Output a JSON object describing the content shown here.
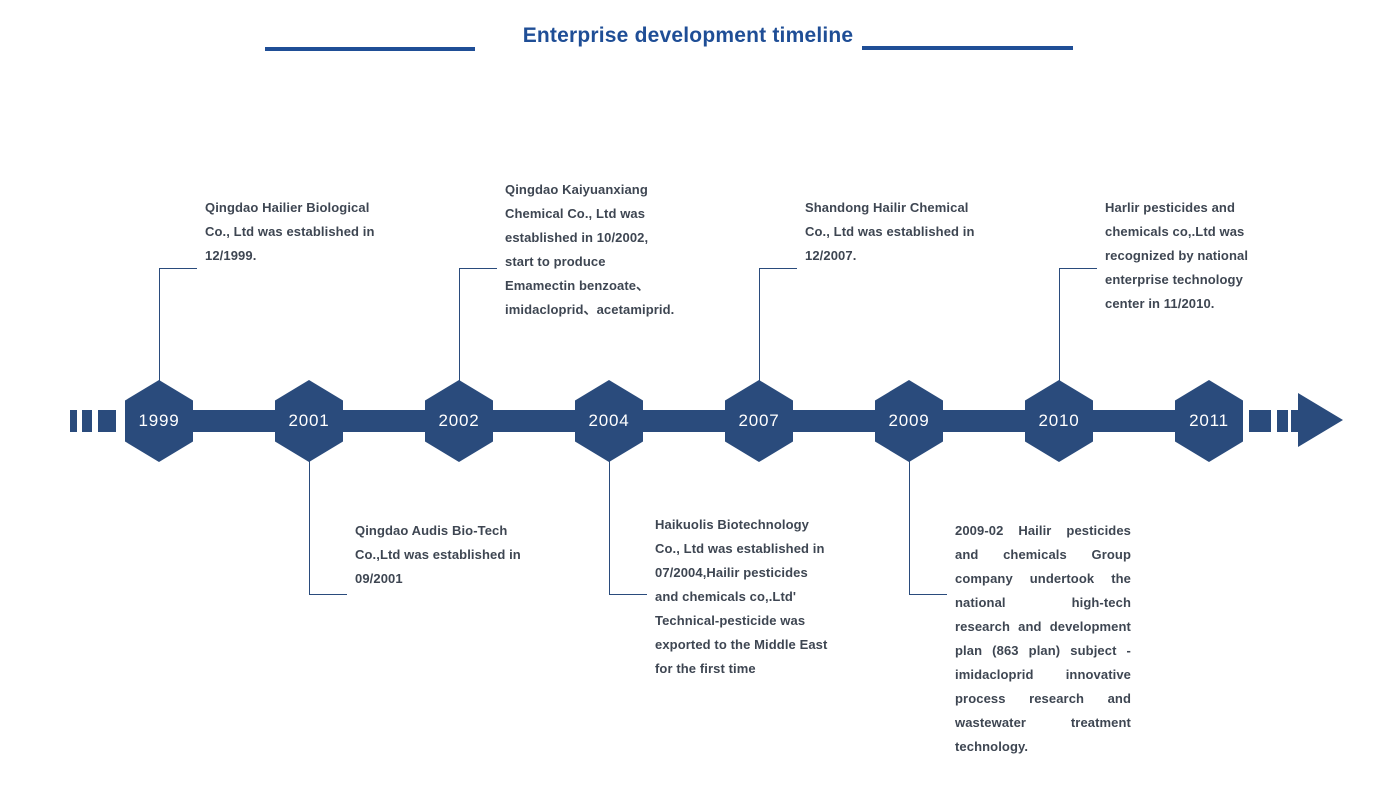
{
  "title": {
    "text": "Enterprise development timeline"
  },
  "colors": {
    "navy": "#2a4b7c",
    "title_blue": "#1f4e96",
    "body_text": "#3e4652"
  },
  "timeline": {
    "years": [
      "1999",
      "2001",
      "2002",
      "2004",
      "2007",
      "2009",
      "2010",
      "2011"
    ]
  },
  "events": [
    {
      "year": "1999",
      "side": "top",
      "lines": [
        "Qingdao Hailier Biological",
        "Co., Ltd was established in",
        "12/1999."
      ]
    },
    {
      "year": "2001",
      "side": "bottom",
      "lines": [
        "Qingdao Audis Bio-Tech",
        "Co.,Ltd was established in",
        "09/2001"
      ]
    },
    {
      "year": "2002",
      "side": "top",
      "lines": [
        "Qingdao Kaiyuanxiang",
        "Chemical Co., Ltd was",
        "established in 10/2002,",
        "start to produce",
        "Emamectin benzoate、",
        "imidacloprid、acetamiprid."
      ]
    },
    {
      "year": "2004",
      "side": "bottom",
      "lines": [
        "Haikuolis Biotechnology",
        "Co., Ltd was established in",
        "07/2004,Hailir pesticides",
        "and chemicals co,.Ltd'",
        "Technical-pesticide was",
        "exported to the Middle East",
        "for the first time"
      ]
    },
    {
      "year": "2007",
      "side": "top",
      "lines": [
        "Shandong Hailir Chemical",
        "Co., Ltd was established in",
        "12/2007."
      ]
    },
    {
      "year": "2009",
      "side": "bottom",
      "justify": true,
      "lines": [
        "2009-02 Hailir pesticides",
        "and chemicals Group",
        "company undertook the",
        "national high-tech",
        "research and development",
        "plan (863 plan) subject -",
        "imidacloprid innovative",
        "process research and",
        "wastewater treatment",
        "technology."
      ]
    },
    {
      "year": "2010",
      "side": "top",
      "lines": [
        "Harlir pesticides and",
        "chemicals co,.Ltd was",
        "recognized by national",
        "enterprise technology",
        "center in 11/2010."
      ]
    }
  ]
}
